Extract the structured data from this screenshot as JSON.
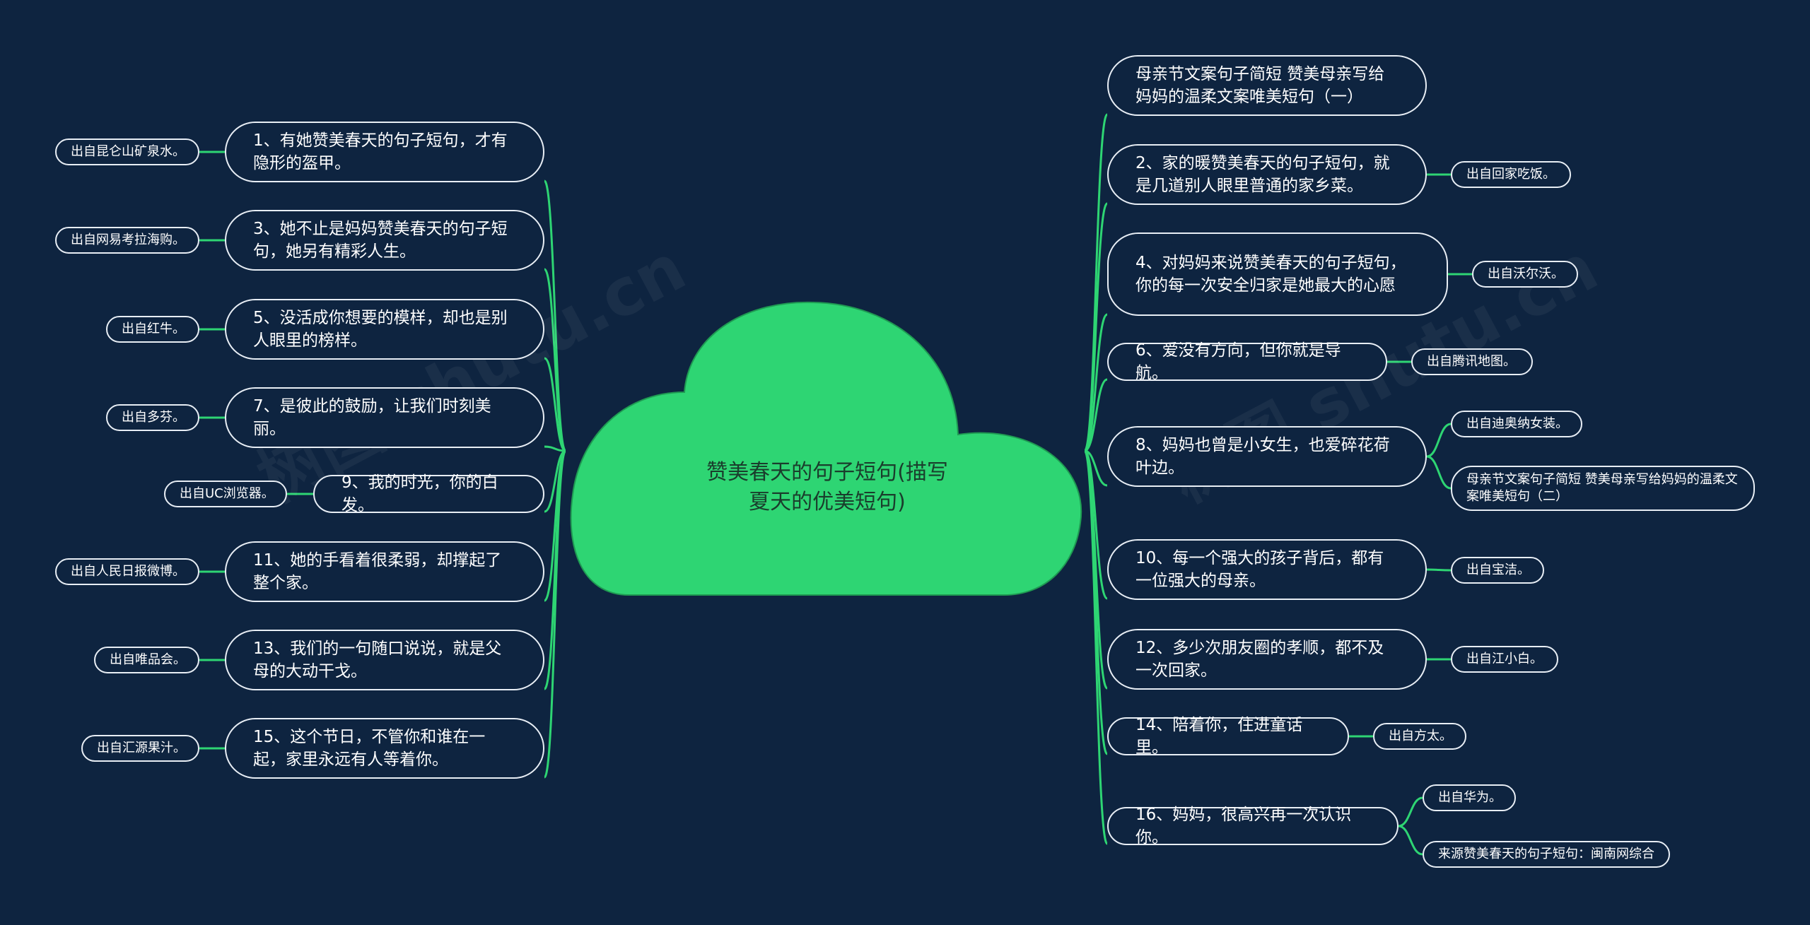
{
  "center": {
    "title_line1": "赞美春天的句子短句(描写",
    "title_line2": "夏天的优美短句)"
  },
  "left": [
    {
      "text": "1、有她赞美春天的句子短句，才有隐形的盔甲。",
      "source": "出自昆仑山矿泉水。"
    },
    {
      "text": "3、她不止是妈妈赞美春天的句子短句，她另有精彩人生。",
      "source": "出自网易考拉海购。"
    },
    {
      "text": "5、没活成你想要的模样，却也是别人眼里的榜样。",
      "source": "出自红牛。"
    },
    {
      "text": "7、是彼此的鼓励，让我们时刻美丽。",
      "source": "出自多芬。"
    },
    {
      "text": "9、我的时光，你的白发。",
      "source": "出自UC浏览器。"
    },
    {
      "text": "11、她的手看着很柔弱，却撑起了整个家。",
      "source": "出自人民日报微博。"
    },
    {
      "text": "13、我们的一句随口说说，就是父母的大动干戈。",
      "source": "出自唯品会。"
    },
    {
      "text": "15、这个节日，不管你和谁在一起，家里永远有人等着你。",
      "source": "出自汇源果汁。"
    }
  ],
  "right": [
    {
      "text": "母亲节文案句子简短 赞美母亲写给妈妈的温柔文案唯美短句（一）",
      "sources": []
    },
    {
      "text": "2、家的暖赞美春天的句子短句，就是几道别人眼里普通的家乡菜。",
      "sources": [
        "出自回家吃饭。"
      ]
    },
    {
      "text": "4、对妈妈来说赞美春天的句子短句，你的每一次安全归家是她最大的心愿",
      "sources": [
        "出自沃尔沃。"
      ]
    },
    {
      "text": "6、爱没有方向，但你就是导航。",
      "sources": [
        "出自腾讯地图。"
      ]
    },
    {
      "text": "8、妈妈也曾是小女生，也爱碎花荷叶边。",
      "sources": [
        "出自迪奥纳女装。",
        "母亲节文案句子简短 赞美母亲写给妈妈的温柔文案唯美短句（二）"
      ]
    },
    {
      "text": "10、每一个强大的孩子背后，都有一位强大的母亲。",
      "sources": [
        "出自宝洁。"
      ]
    },
    {
      "text": "12、多少次朋友圈的孝顺，都不及一次回家。",
      "sources": [
        "出自江小白。"
      ]
    },
    {
      "text": "14、陪着你，住进童话里。",
      "sources": [
        "出自方太。"
      ]
    },
    {
      "text": "16、妈妈，很高兴再一次认识你。",
      "sources": [
        "出自华为。",
        "来源赞美春天的句子短句：闽南网综合"
      ]
    }
  ],
  "watermarks": [
    "树图 shutu.cn",
    "树图 shutu.cn"
  ],
  "colors": {
    "background": "#0e2440",
    "cloud": "#2ed573",
    "connector": "#2ed573",
    "border": "#e8eef5",
    "text": "#ffffff"
  }
}
